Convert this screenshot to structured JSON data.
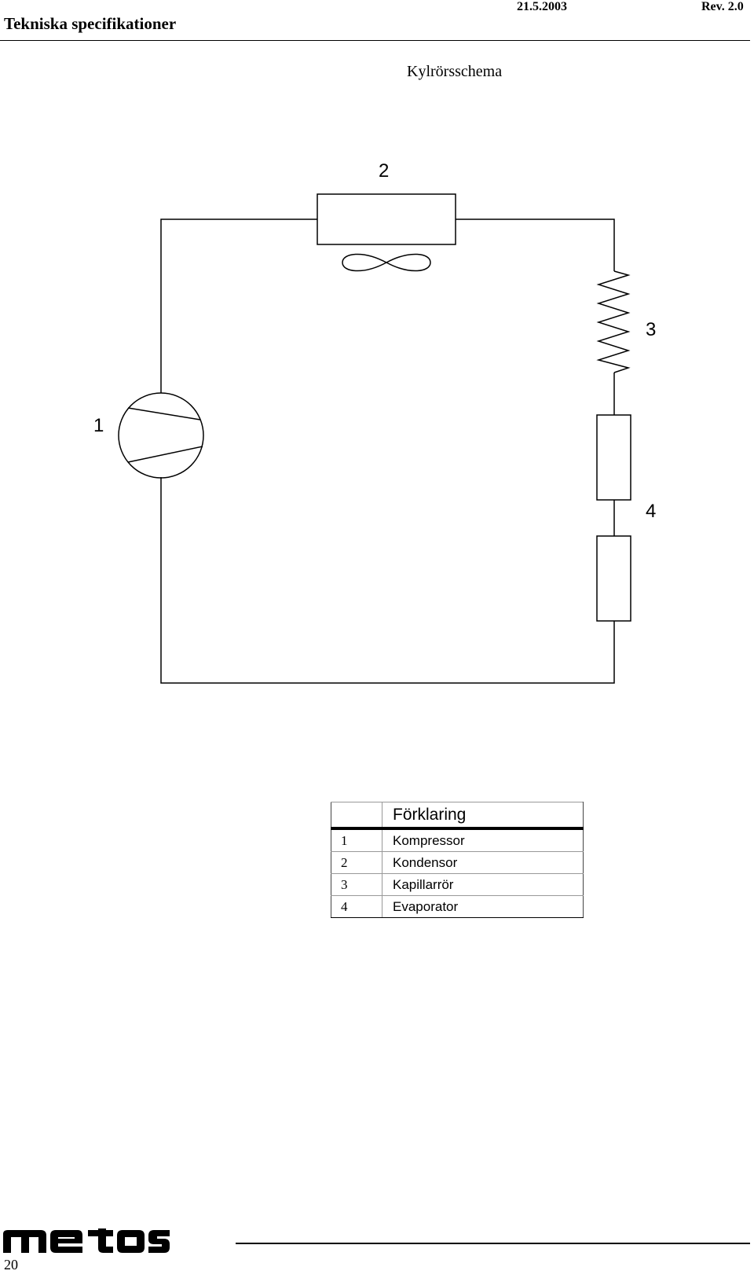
{
  "header": {
    "title": "Tekniska specifikationer",
    "date": "21.5.2003",
    "revision": "Rev. 2.0"
  },
  "diagram": {
    "title": "Kylrörsschema",
    "labels": [
      "1",
      "2",
      "3",
      "4"
    ]
  },
  "legend": {
    "header": "Förklaring",
    "rows": [
      {
        "number": "1",
        "name": "Kompressor"
      },
      {
        "number": "2",
        "name": "Kondensor"
      },
      {
        "number": "3",
        "name": "Kapillarrör"
      },
      {
        "number": "4",
        "name": "Evaporator"
      }
    ]
  },
  "footer": {
    "logo_text": "metos",
    "page_number": "20"
  }
}
